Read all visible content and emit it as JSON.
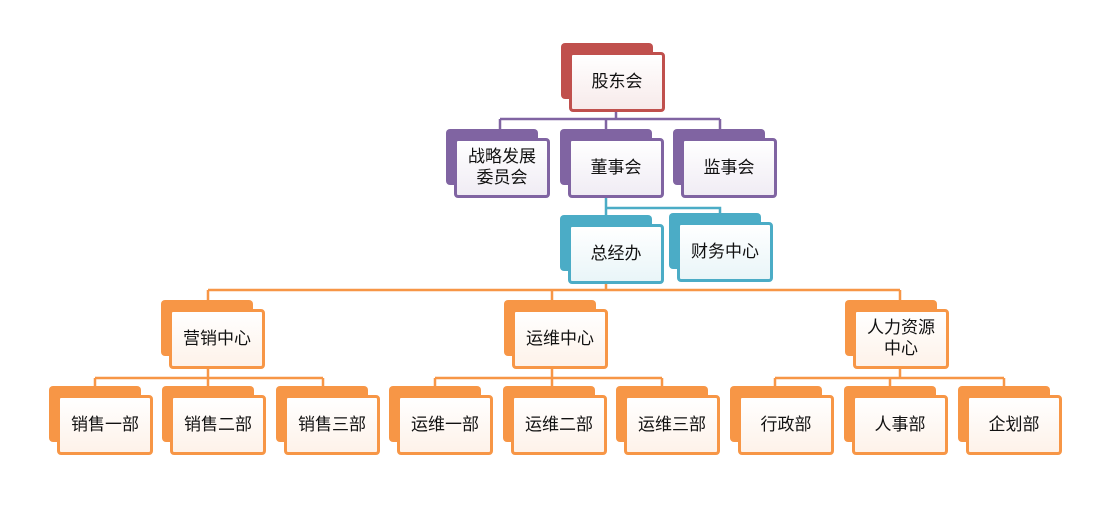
{
  "colors": {
    "level0": "#C0504D",
    "level1": "#8064A2",
    "level2": "#4BACC6",
    "level3": "#F79646"
  },
  "nodes": {
    "shareholders": "股东会",
    "strategy_committee": "战略发展\n委员会",
    "board": "董事会",
    "supervisors": "监事会",
    "gm_office": "总经办",
    "finance": "财务中心",
    "marketing_center": "营销中心",
    "ops_center": "运维中心",
    "hr_center": "人力资源\n中心",
    "sales_1": "销售一部",
    "sales_2": "销售二部",
    "sales_3": "销售三部",
    "ops_1": "运维一部",
    "ops_2": "运维二部",
    "ops_3": "运维三部",
    "admin": "行政部",
    "personnel": "人事部",
    "planning": "企划部"
  }
}
